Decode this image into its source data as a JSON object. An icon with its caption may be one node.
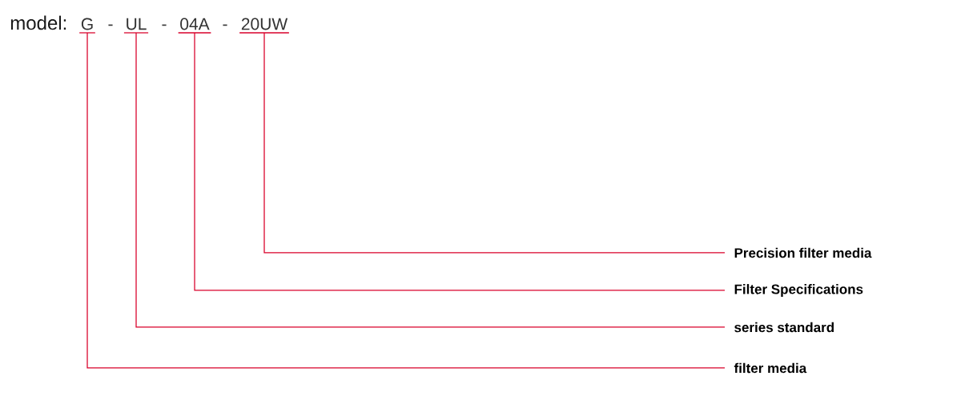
{
  "diagram": {
    "nodes": [
      {
        "text": [
          "G"
        ]
      },
      {
        "text": [
          "UL"
        ]
      },
      {
        "text": [
          "04A"
        ]
      },
      {
        "text": [
          "20UW"
        ]
      },
      {
        "text": [
          "Precision filter media"
        ]
      },
      {
        "text": [
          "Filter Specifications"
        ]
      },
      {
        "text": [
          "series standard"
        ]
      },
      {
        "text": [
          "filter media"
        ]
      }
    ],
    "edges": [
      {
        "from": 0,
        "to": 7,
        "arrow": "none"
      },
      {
        "from": 1,
        "to": 6,
        "arrow": "none"
      },
      {
        "from": 2,
        "to": 5,
        "arrow": "none"
      },
      {
        "from": 3,
        "to": 4,
        "arrow": "none"
      }
    ],
    "labels": [
      "model:",
      "-",
      "-",
      "-"
    ]
  }
}
